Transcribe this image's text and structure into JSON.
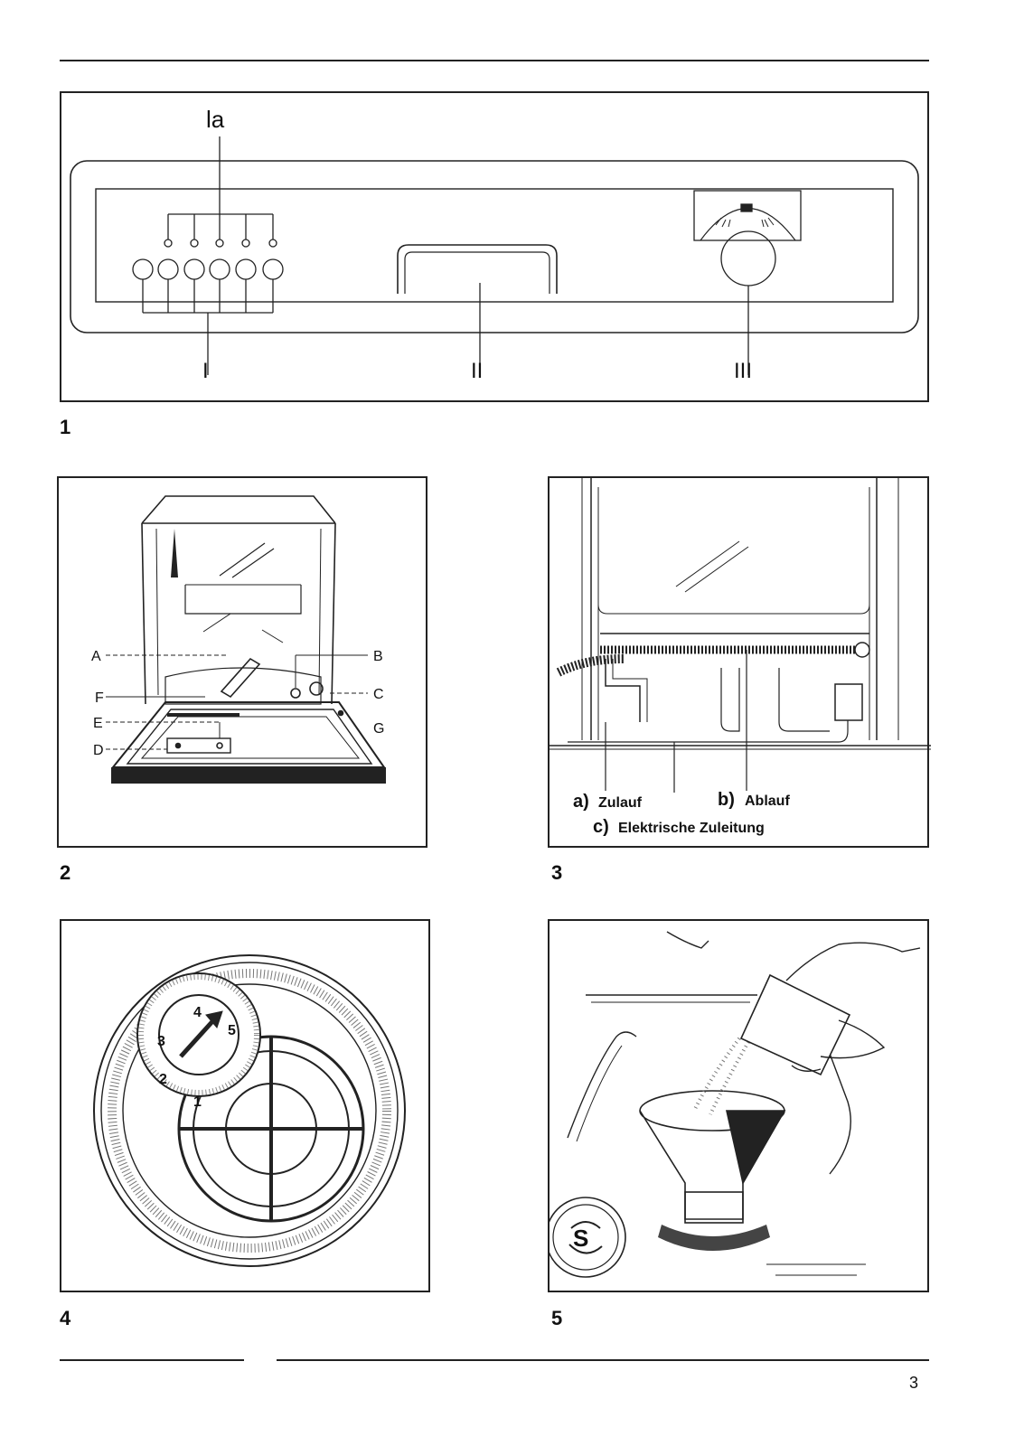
{
  "figure1": {
    "number": "1",
    "labels": {
      "la": "la",
      "i": "I",
      "ii": "II",
      "iii": "III"
    }
  },
  "figure2": {
    "number": "2",
    "labels": {
      "a": "A",
      "b": "B",
      "c": "C",
      "d": "D",
      "e": "E",
      "f": "F",
      "g": "G"
    }
  },
  "figure3": {
    "number": "3",
    "labels": {
      "a_letter": "a)",
      "a_text": "Zulauf",
      "b_letter": "b)",
      "b_text": "Ablauf",
      "c_letter": "c)",
      "c_text": "Elektrische Zuleitung"
    }
  },
  "figure4": {
    "number": "4",
    "dial": [
      "1",
      "2",
      "3",
      "4",
      "5"
    ]
  },
  "figure5": {
    "number": "5"
  },
  "page_number": "3"
}
